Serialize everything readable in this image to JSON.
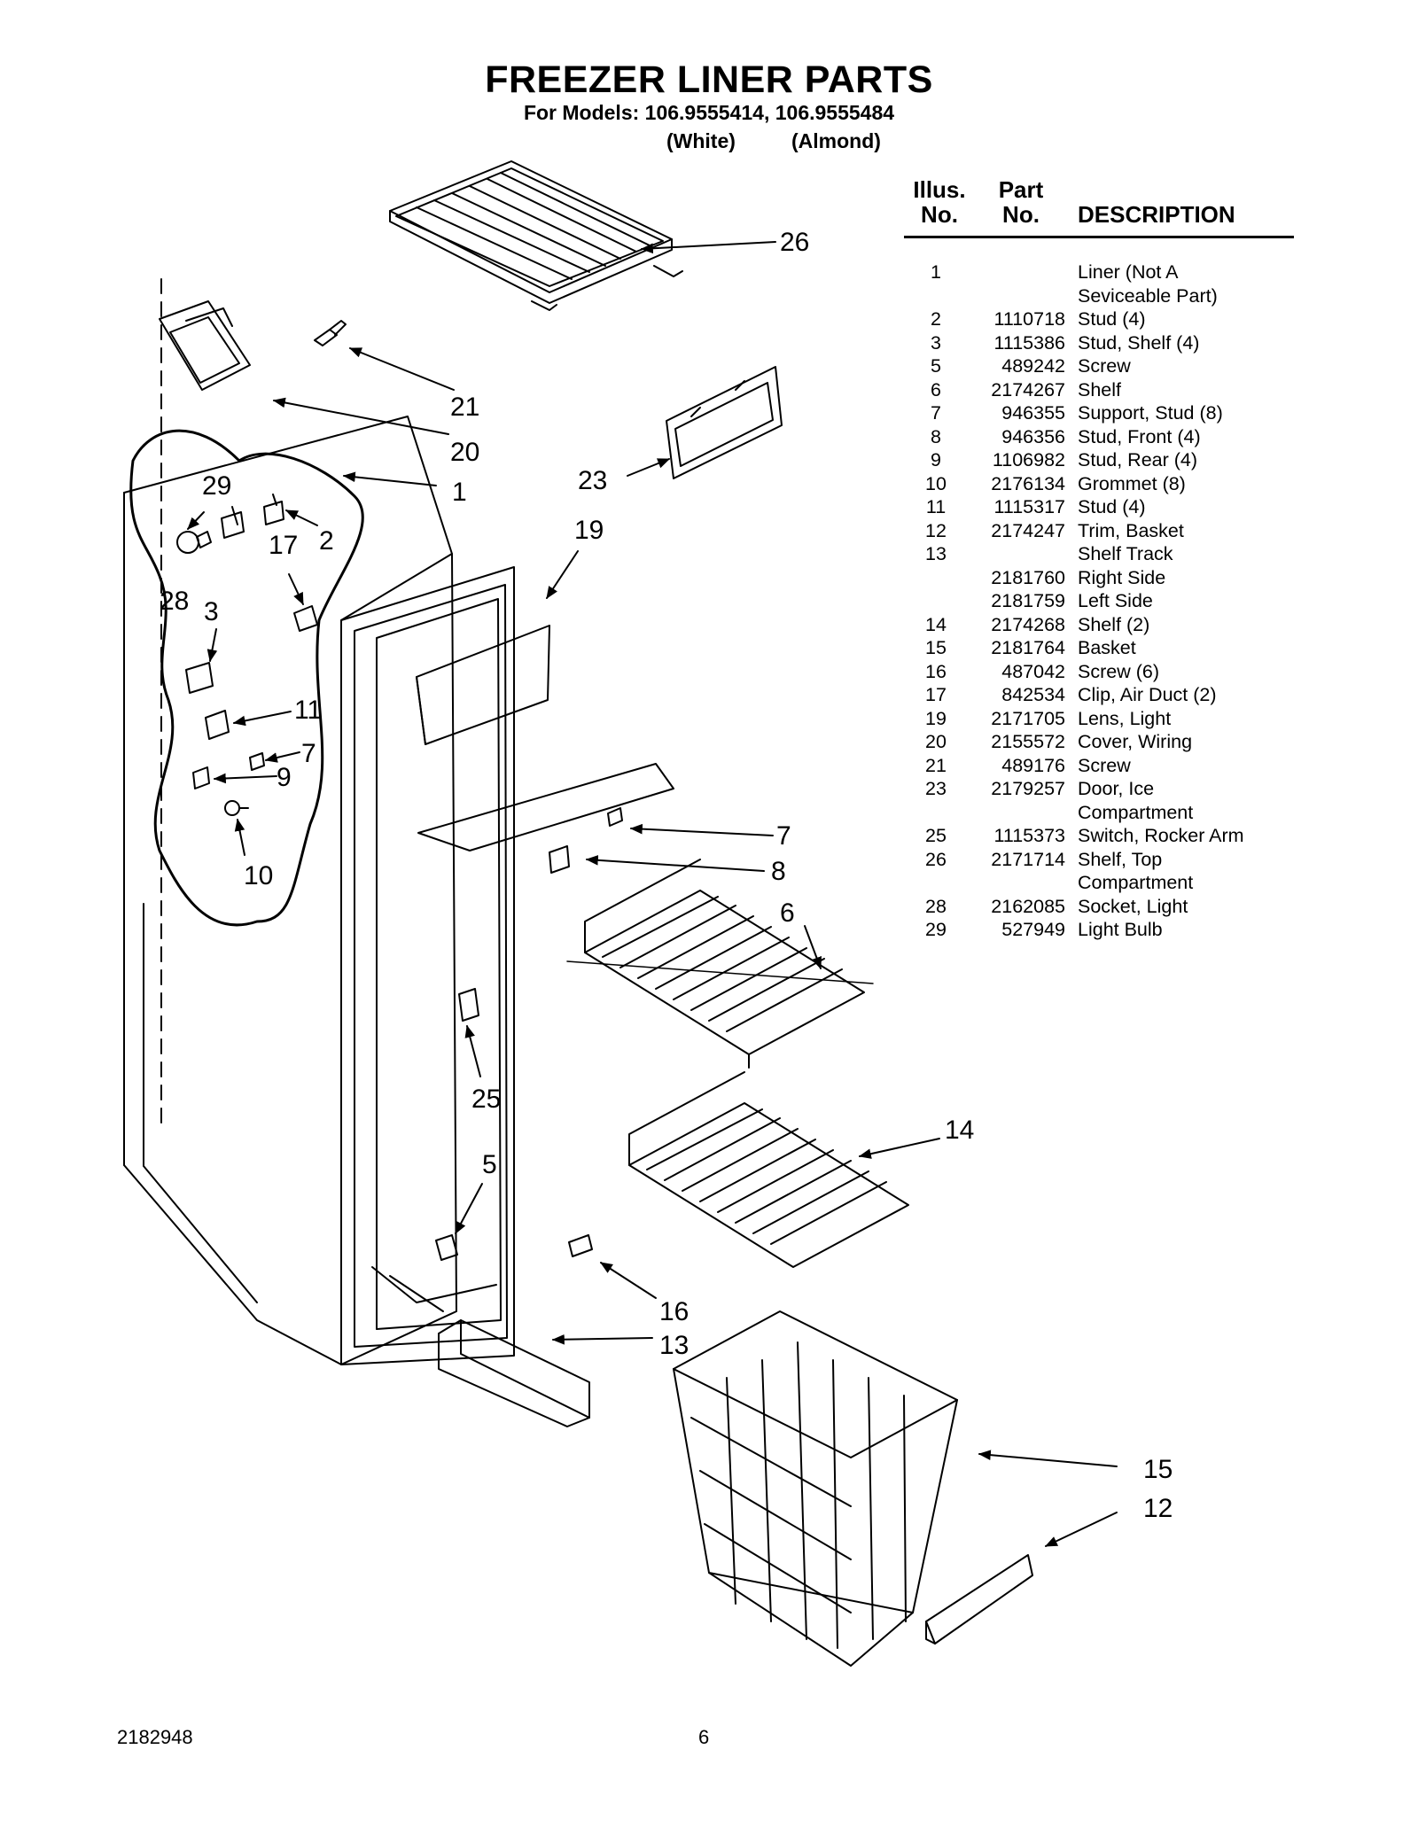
{
  "title": "FREEZER LINER PARTS",
  "subtitle": "For Models: 106.9555414, 106.9555484",
  "model_colors": [
    "(White)",
    "(Almond)"
  ],
  "table": {
    "headers": {
      "illus": [
        "Illus.",
        "No."
      ],
      "part": [
        "Part",
        "No."
      ],
      "description": "DESCRIPTION"
    },
    "rows": [
      {
        "illus": "1",
        "part": "",
        "desc": "Liner (Not A"
      },
      {
        "illus": "",
        "part": "",
        "desc": "Seviceable Part)"
      },
      {
        "illus": "2",
        "part": "1110718",
        "desc": "Stud (4)"
      },
      {
        "illus": "3",
        "part": "1115386",
        "desc": "Stud, Shelf (4)"
      },
      {
        "illus": "5",
        "part": "489242",
        "desc": "Screw"
      },
      {
        "illus": "6",
        "part": "2174267",
        "desc": "Shelf"
      },
      {
        "illus": "7",
        "part": "946355",
        "desc": "Support, Stud (8)"
      },
      {
        "illus": "8",
        "part": "946356",
        "desc": "Stud, Front (4)"
      },
      {
        "illus": "9",
        "part": "1106982",
        "desc": "Stud, Rear (4)"
      },
      {
        "illus": "10",
        "part": "2176134",
        "desc": "Grommet (8)"
      },
      {
        "illus": "11",
        "part": "1115317",
        "desc": "Stud (4)"
      },
      {
        "illus": "12",
        "part": "2174247",
        "desc": "Trim, Basket"
      },
      {
        "illus": "13",
        "part": "",
        "desc": "Shelf Track"
      },
      {
        "illus": "",
        "part": "2181760",
        "desc": "Right Side"
      },
      {
        "illus": "",
        "part": "2181759",
        "desc": "Left Side"
      },
      {
        "illus": "14",
        "part": "2174268",
        "desc": "Shelf (2)"
      },
      {
        "illus": "15",
        "part": "2181764",
        "desc": "Basket"
      },
      {
        "illus": "16",
        "part": "487042",
        "desc": "Screw (6)"
      },
      {
        "illus": "17",
        "part": "842534",
        "desc": "Clip, Air Duct (2)"
      },
      {
        "illus": "19",
        "part": "2171705",
        "desc": "Lens, Light"
      },
      {
        "illus": "20",
        "part": "2155572",
        "desc": "Cover, Wiring"
      },
      {
        "illus": "21",
        "part": "489176",
        "desc": "Screw"
      },
      {
        "illus": "23",
        "part": "2179257",
        "desc": "Door, Ice"
      },
      {
        "illus": "",
        "part": "",
        "desc": "Compartment"
      },
      {
        "illus": "25",
        "part": "1115373",
        "desc": "Switch, Rocker Arm"
      },
      {
        "illus": "26",
        "part": "2171714",
        "desc": "Shelf, Top"
      },
      {
        "illus": "",
        "part": "",
        "desc": "Compartment"
      },
      {
        "illus": "28",
        "part": "2162085",
        "desc": "Socket, Light"
      },
      {
        "illus": "29",
        "part": "527949",
        "desc": "Light Bulb"
      }
    ]
  },
  "callouts": {
    "c26": "26",
    "c21": "21",
    "c20": "20",
    "c1": "1",
    "c23": "23",
    "c19": "19",
    "c29": "29",
    "c2": "2",
    "c17": "17",
    "c28": "28",
    "c3": "3",
    "c11": "11",
    "c7a": "7",
    "c9": "9",
    "c10": "10",
    "c7b": "7",
    "c8": "8",
    "c6": "6",
    "c25": "25",
    "c5": "5",
    "c14": "14",
    "c16": "16",
    "c13": "13",
    "c15": "15",
    "c12": "12"
  },
  "footer": {
    "doc_number": "2182948",
    "page_number": "6"
  }
}
